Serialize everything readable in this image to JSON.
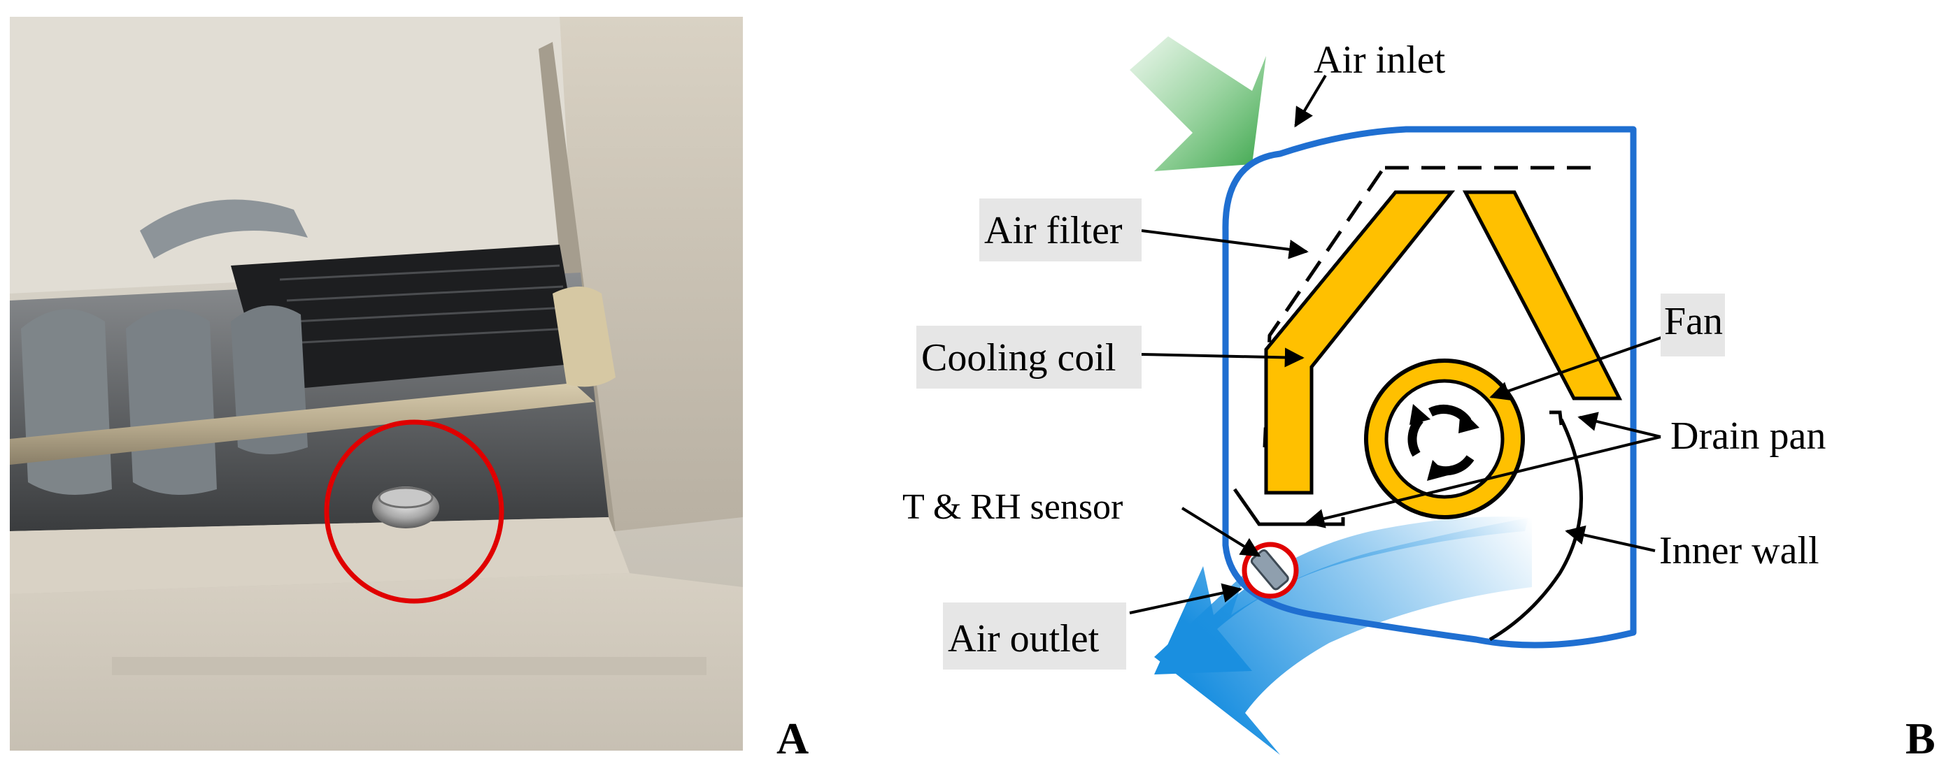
{
  "panels": {
    "a": {
      "letter": "A"
    },
    "b": {
      "letter": "B"
    }
  },
  "labels": {
    "air_inlet": "Air inlet",
    "air_filter": "Air filter",
    "cooling_coil": "Cooling coil",
    "fan": "Fan",
    "drain_pan": "Drain pan",
    "sensor": "T & RH sensor",
    "inner_wall": "Inner wall",
    "air_outlet": "Air outlet"
  },
  "colors": {
    "casing": "#1f6fd1",
    "coil": "#ffc000",
    "inlet_arrow": "#4fb45a",
    "outlet_arrow": "#1a8fe0",
    "highlight_circle": "#e00000",
    "label_bg": "#e6e6e6",
    "sensor": "#8f9fae"
  },
  "icons": {
    "fan_rotation": "circular-arrows-icon",
    "sensor": "sensor-chip-icon"
  }
}
